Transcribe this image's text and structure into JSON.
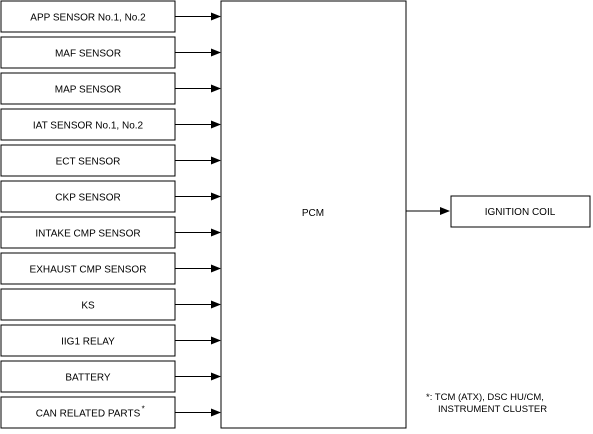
{
  "inputs": [
    {
      "label": "APP SENSOR No.1, No.2"
    },
    {
      "label": "MAF SENSOR"
    },
    {
      "label": "MAP SENSOR"
    },
    {
      "label": "IAT SENSOR No.1, No.2"
    },
    {
      "label": "ECT SENSOR"
    },
    {
      "label": "CKP SENSOR"
    },
    {
      "label": "INTAKE CMP SENSOR"
    },
    {
      "label": "EXHAUST CMP SENSOR"
    },
    {
      "label": "KS"
    },
    {
      "label": "IIG1 RELAY"
    },
    {
      "label": "BATTERY"
    },
    {
      "label": "CAN RELATED PARTS",
      "mark": "*"
    }
  ],
  "controller": {
    "label": "PCM"
  },
  "output": {
    "label": "IGNITION COIL"
  },
  "footnote": {
    "line1": "*: TCM (ATX), DSC HU/CM,",
    "line2": "INSTRUMENT CLUSTER"
  }
}
